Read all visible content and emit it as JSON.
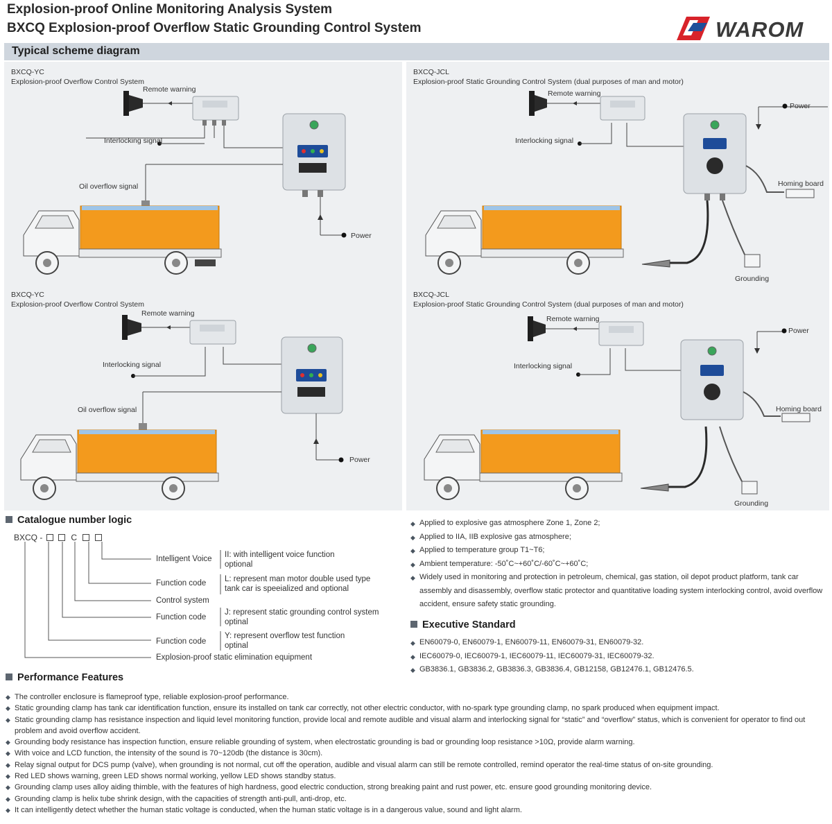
{
  "header": {
    "line1": "Explosion-proof Online Monitoring Analysis System",
    "line2": "BXCQ Explosion-proof Overflow Static Grounding Control System",
    "brand": "WAROM"
  },
  "scheme": {
    "title": "Typical scheme diagram",
    "panels": [
      {
        "model": "BXCQ-YC",
        "subtitle": "Explosion-proof Overflow Control System",
        "labels": {
          "remote": "Remote warning",
          "interlock": "Interlocking signal",
          "oil": "Oil overflow signal",
          "power": "Power"
        }
      },
      {
        "model": "BXCQ-JCL",
        "subtitle": "Explosion-proof Static Grounding Control System (dual purposes of man and motor)",
        "labels": {
          "remote": "Remote warning",
          "interlock": "Interlocking signal",
          "power": "Power",
          "homing": "Homing board",
          "grounding": "Grounding"
        }
      },
      {
        "model": "BXCQ-YC",
        "subtitle": "Explosion-proof Overflow Control System",
        "labels": {
          "remote": "Remote warning",
          "interlock": "Interlocking signal",
          "oil": "Oil overflow signal",
          "power": "Power"
        }
      },
      {
        "model": "BXCQ-JCL",
        "subtitle": "Explosion-proof Static Grounding Control System (dual purposes of man and motor)",
        "labels": {
          "remote": "Remote warning",
          "interlock": "Interlocking signal",
          "power": "Power",
          "homing": "Homing board",
          "grounding": "Grounding"
        }
      }
    ]
  },
  "catalogue": {
    "title": "Catalogue number logic",
    "code_prefix": "BXCQ -",
    "code_c": "C",
    "rows": [
      {
        "name": "Intelligent Voice",
        "desc1": "II: with intelligent voice function",
        "desc2": "optional"
      },
      {
        "name": "Function code",
        "desc1": "L: represent man motor double used type",
        "desc2": "tank car is speeialized and optional"
      },
      {
        "name": "Control system",
        "desc1": "",
        "desc2": ""
      },
      {
        "name": "Function code",
        "desc1": "J: represent static grounding control system",
        "desc2": "optinal"
      },
      {
        "name": "Function code",
        "desc1": "Y: represent overflow test function",
        "desc2": "optinal"
      },
      {
        "name": "Explosion-proof static elimination equipment",
        "desc1": "",
        "desc2": ""
      }
    ]
  },
  "applications": [
    "Applied to explosive gas atmosphere Zone 1, Zone 2;",
    "Applied to IIA, IIB explosive gas atmosphere;",
    "Applied to temperature group T1~T6;",
    "Ambient temperature: -50˚C~+60˚C/-60˚C~+60˚C;",
    "Widely used in monitoring and protection in petroleum,  chemical, gas station, oil depot product platform, tank car assembly and disassembly, overflow static protector  and quantitative loading system interlocking control, avoid overflow accident, ensure safety static grounding."
  ],
  "standard": {
    "title": "Executive Standard",
    "items": [
      "EN60079-0, EN60079-1, EN60079-11, EN60079-31,  EN60079-32.",
      "IEC60079-0, IEC60079-1, IEC60079-11, IEC60079-31,  IEC60079-32.",
      "GB3836.1, GB3836.2, GB3836.3, GB3836.4, GB12158,  GB12476.1, GB12476.5."
    ]
  },
  "performance": {
    "title": "Performance Features",
    "items": [
      "The controller enclosure is flameproof type, reliable explosion-proof performance.",
      "Static grounding clamp has tank car identification function, ensure its installed on tank car correctly, not other electric conductor, with no-spark type grounding clamp, no spark produced when equipment impact.",
      "Static grounding clamp has resistance inspection and liquid level monitoring function, provide local and remote audible and visual  alarm and interlocking signal for “static” and “overflow” status, which is convenient for operator to find out problem and avoid  overflow accident.",
      "Grounding body resistance has inspection function, ensure reliable grounding of system, when electrostatic grounding is bad  or grounding loop resistance >10Ω, provide alarm warning.",
      "With voice and LCD function, the intensity of the sound is 70~120db (the distance is 30cm).",
      "Relay signal output for DCS pump (valve), when grounding is not normal, cut off the operation, audible and visual alarm can  still be remote controlled, remind operator the real-time status of on-site grounding.",
      "Red LED shows warning, green LED shows normal working, yellow LED shows standby status.",
      "Grounding clamp uses alloy aiding thimble, with the features of high hardness, good electric conduction, strong breaking paint and rust power, etc. ensure good grounding monitoring device.",
      "Grounding clamp is helix tube shrink design, with the capacities of strength anti-pull, anti-drop, etc.",
      "It can intelligently detect whether the human static voltage is conducted, when the human static voltage is in a dangerous value, sound and light alarm."
    ]
  },
  "colors": {
    "tank": "#f39a1d",
    "scheme_bar": "#cfd6de",
    "logo_red": "#d8232a",
    "logo_blue": "#1f4f9a"
  }
}
